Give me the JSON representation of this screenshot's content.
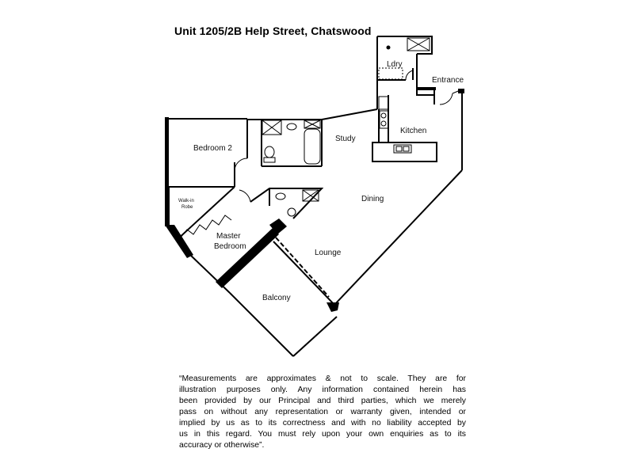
{
  "title": "Unit 1205/2B Help Street, Chatswood",
  "rooms": {
    "laundry": "Ldry",
    "entrance": "Entrance",
    "kitchen": "Kitchen",
    "study": "Study",
    "bedroom2": "Bedroom 2",
    "dining": "Dining",
    "walkin_line1": "Walk-in",
    "walkin_line2": "Robe",
    "master_line1": "Master",
    "master_line2": "Bedroom",
    "lounge": "Lounge",
    "balcony": "Balcony"
  },
  "disclaimer": [
    "“Measurements are approximates & not to scale. They are for",
    "illustration purposes only. Any information contained herein has",
    "been provided by our Principal and third parties, which we merely",
    "pass on without any representation or warranty given, intended or",
    "implied by us as to its correctness and with no liability accepted by",
    "us in this regard.  You must rely upon your own enquiries as to its",
    "accuracy or otherwise”."
  ]
}
